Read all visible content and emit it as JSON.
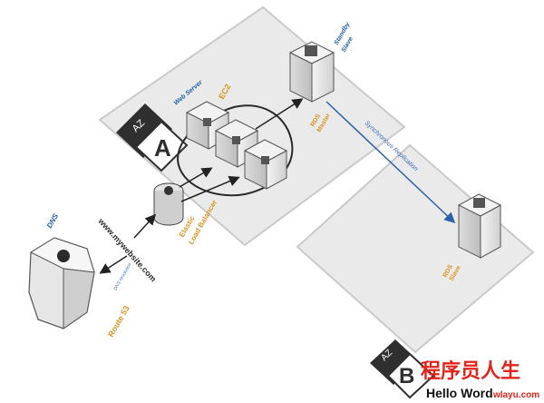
{
  "diagram": {
    "dns_label": "DNS",
    "route53_label": "Route 53",
    "dns_resolution_label": "DNS resolution",
    "url_label": "www.mywebsite.com",
    "elb_line1": "Elastic",
    "elb_line2": "Load Balancer",
    "web_server_label": "Web Server",
    "ec2_label": "EC2",
    "rds_master_label": "RDS",
    "master_label": "Master",
    "rds_slave_label": "RDS",
    "slave_label": "Slave",
    "standby_label_line1": "Standby",
    "standby_label_line2": "Slave",
    "replication_label": "Synchronous Replication",
    "az_a_small": "AZ",
    "az_a_big": "A",
    "az_b_small": "AZ",
    "az_b_big": "B"
  },
  "watermark": {
    "chinese": "程序员人生",
    "english": "Hello Word",
    "url": "wlayu.com"
  },
  "colors": {
    "zone_fill": "#e9eae9",
    "zone_stroke": "#c9cac9",
    "badge": "#2f2f2f",
    "arrow_blue": "#2c63a8",
    "label_orange": "#d99521"
  }
}
